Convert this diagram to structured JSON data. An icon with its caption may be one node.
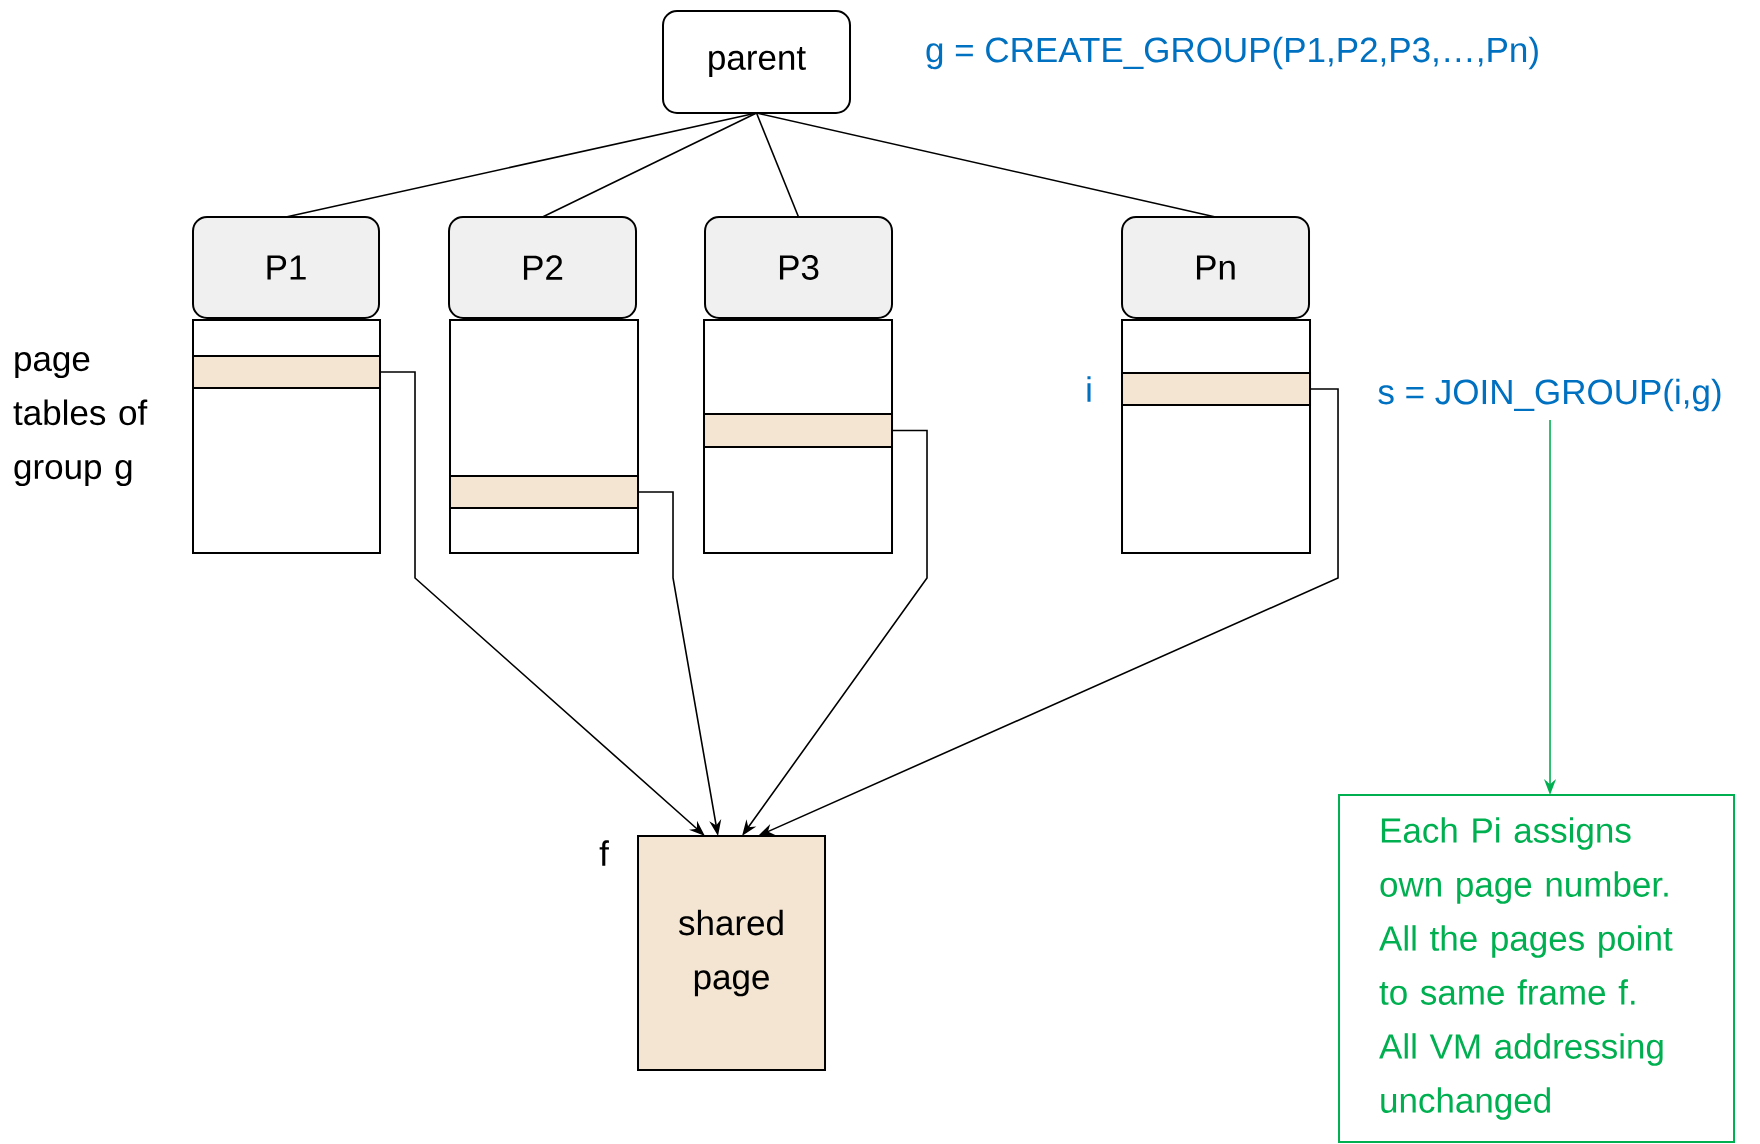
{
  "diagram": {
    "nodes": [
      {
        "text": [
          "parent"
        ]
      },
      {
        "text": [
          "P1"
        ]
      },
      {
        "text": [
          "P2"
        ]
      },
      {
        "text": [
          "P3"
        ]
      },
      {
        "text": [
          "Pn"
        ]
      },
      {
        "text": [],
        "shape": "box"
      },
      {
        "text": [],
        "shape": "bar",
        "in": 5
      },
      {
        "text": [],
        "shape": "box"
      },
      {
        "text": [],
        "shape": "bar",
        "in": 7
      },
      {
        "text": [],
        "shape": "box"
      },
      {
        "text": [],
        "shape": "bar",
        "in": 9
      },
      {
        "text": [],
        "shape": "box"
      },
      {
        "text": [],
        "shape": "bar",
        "in": 11,
        "beside": [
          "i"
        ]
      },
      {
        "text": [
          "shared page"
        ],
        "beside": [
          "f"
        ]
      },
      {
        "text": [
          "s = JOIN_GROUP(i,g)"
        ]
      },
      {
        "text": [
          "Each Pi assigns own page number. All the pages point to same frame f. All VM addressing unchanged"
        ]
      }
    ],
    "edges": [
      {
        "from": 0,
        "to": 1,
        "arrow": "none"
      },
      {
        "from": 0,
        "to": 2,
        "arrow": "none"
      },
      {
        "from": 0,
        "to": 3,
        "arrow": "none"
      },
      {
        "from": 0,
        "to": 4,
        "arrow": "none"
      },
      {
        "from": 6,
        "to": 13,
        "arrow": "to"
      },
      {
        "from": 8,
        "to": 13,
        "arrow": "to"
      },
      {
        "from": 10,
        "to": 13,
        "arrow": "to"
      },
      {
        "from": 12,
        "to": 13,
        "arrow": "to"
      },
      {
        "from": 14,
        "to": 15,
        "arrow": "to",
        "color": "#00b050"
      }
    ],
    "labels": [
      "page tables of group g",
      "g = CREATE_GROUP(P1,P2,P3,…,Pn)"
    ]
  }
}
